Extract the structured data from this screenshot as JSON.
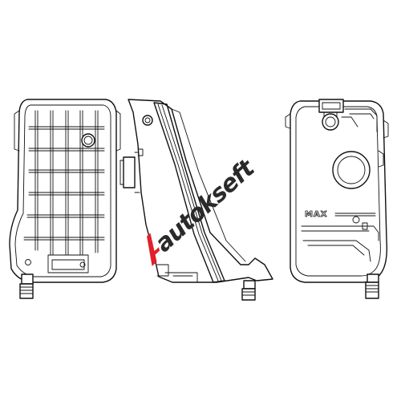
{
  "drawing": {
    "views": [
      {
        "id": "front-view"
      },
      {
        "id": "side-view"
      },
      {
        "id": "rear-view"
      }
    ],
    "rear_view_embossed_label": "MAX"
  },
  "watermark": {
    "text": "autokseft",
    "accent_color": "#e0202a",
    "text_color": "#2a2a2a"
  },
  "line_color": "#111111",
  "background_color": "#ffffff"
}
